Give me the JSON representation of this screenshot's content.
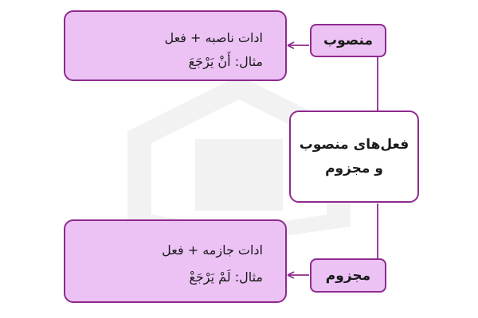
{
  "center": {
    "line1": "فعل‌های منصوب",
    "line2": "و مجزوم"
  },
  "branches": {
    "mansub": {
      "label": "منصوب",
      "rule": "ادات ناصبه + فعل",
      "example": "مثال: أَنْ یَرْجَعَ"
    },
    "majzum": {
      "label": "مجزوم",
      "rule": "ادات جازمه + فعل",
      "example": "مثال: لَمْ یَرْجَعْ"
    }
  },
  "colors": {
    "box_fill": "#ecc2f5",
    "border": "#8e2a8e",
    "center_fill": "#ffffff"
  }
}
